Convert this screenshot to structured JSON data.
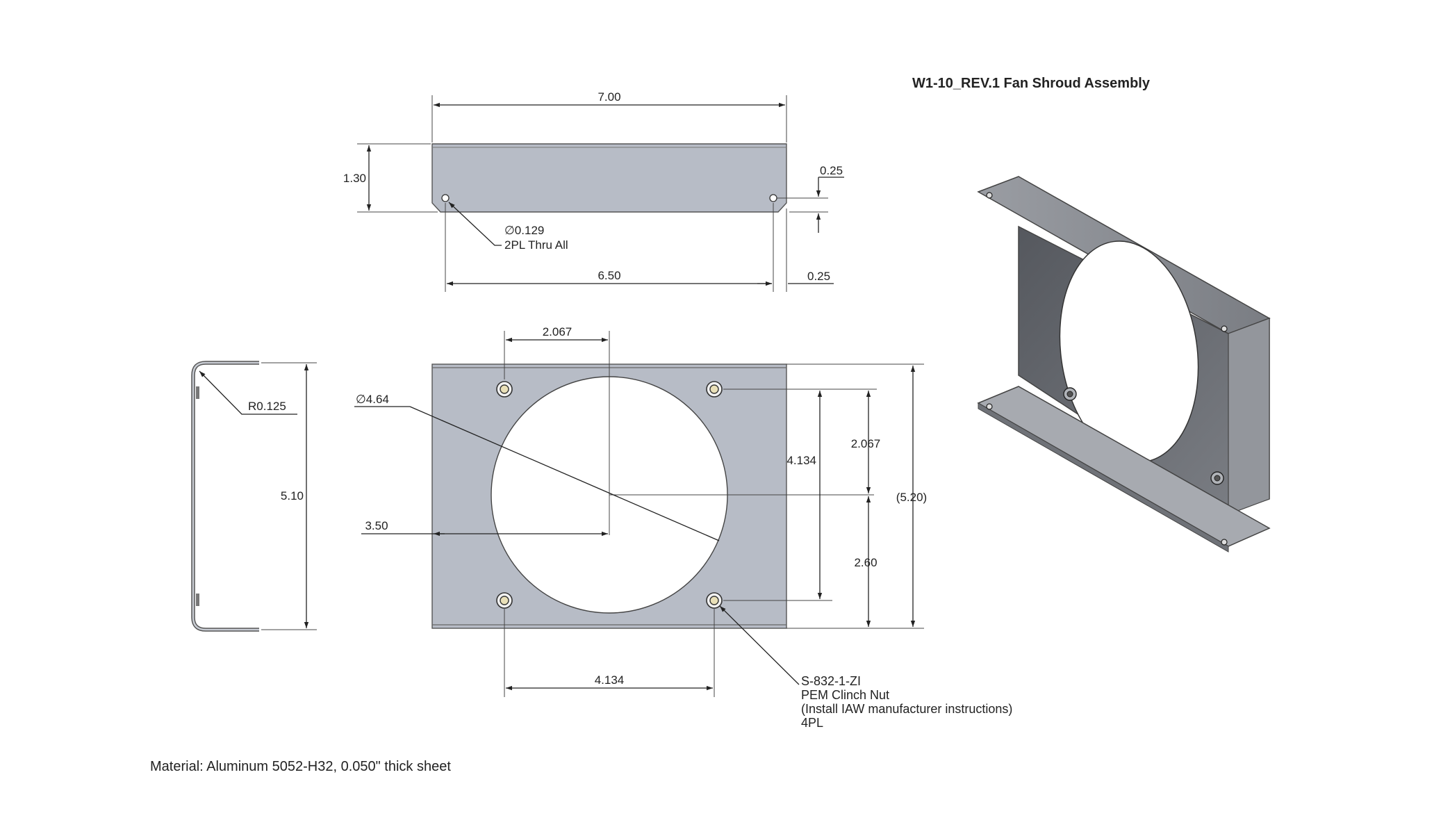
{
  "title": "W1-10_REV.1 Fan Shroud Assembly",
  "material_note": "Material: Aluminum 5052-H32, 0.050\" thick sheet",
  "colors": {
    "sheet": "#b7bcc6",
    "sheet_light": "#c6cad2",
    "iso_dark": "#6c6f75",
    "iso_mid": "#8d9096",
    "line": "#222222"
  },
  "top_view": {
    "width_dim": "7.00",
    "height_dim": "1.30",
    "hole_note_line1": "∅0.129",
    "hole_note_line2": "2PL Thru All",
    "hole_spacing_dim": "6.50",
    "hole_offset_vertical": "0.25",
    "hole_offset_horizontal": "0.25"
  },
  "side_view": {
    "radius_dim": "R0.125",
    "height_dim": "5.10"
  },
  "front_view": {
    "hole_diameter": "∅4.64",
    "top_hole_from_center": "2.067",
    "right_upper_dim": "2.067",
    "bolt_spacing_vertical": "4.134",
    "overall_height_ref": "(5.20)",
    "lower_dim": "2.60",
    "center_horizontal": "3.50",
    "bolt_spacing_horizontal": "4.134",
    "callout": {
      "line1": "S-832-1-ZI",
      "line2": "PEM Clinch Nut",
      "line3": "(Install IAW manufacturer instructions)",
      "line4": "4PL"
    }
  }
}
